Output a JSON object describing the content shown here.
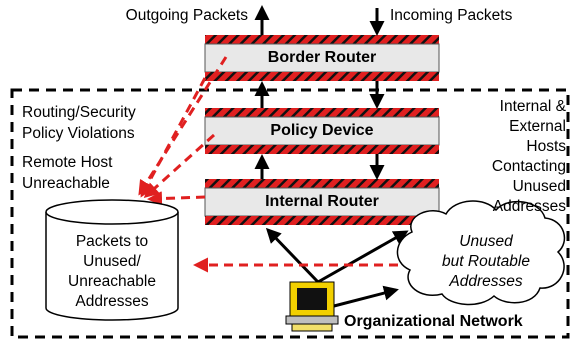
{
  "labels": {
    "outgoing": "Outgoing Packets",
    "incoming": "Incoming Packets",
    "violations_line1": "Routing/Security",
    "violations_line2": "Policy Violations",
    "remote_line1": "Remote Host",
    "remote_line2": "Unreachable",
    "contacting_line1": "Internal &",
    "contacting_line2": "External",
    "contacting_line3": "Hosts",
    "contacting_line4": "Contacting",
    "contacting_line5": "Unused",
    "contacting_line6": "Addresses",
    "org_network": "Organizational Network"
  },
  "devices": {
    "border_router": "Border Router",
    "policy_device": "Policy Device",
    "internal_router": "Internal Router"
  },
  "storage": {
    "line1": "Packets to",
    "line2": "Unused/",
    "line3": "Unreachable",
    "line4": "Addresses"
  },
  "cloud": {
    "line1": "Unused",
    "line2": "but Routable",
    "line3": "Addresses"
  },
  "colors": {
    "stripe_red": "#e02020",
    "box_fill": "#e8e8e8",
    "dashed_arrow": "#e02020"
  },
  "icons": {
    "host": "computer-workstation-icon"
  }
}
